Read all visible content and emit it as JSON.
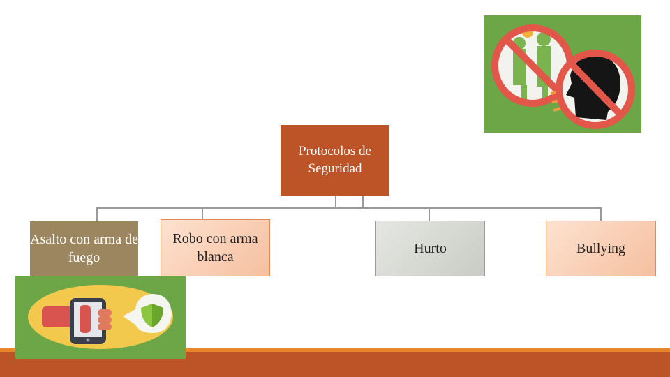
{
  "diagram": {
    "root": {
      "label": "Protocolos de Seguridad"
    },
    "children": [
      {
        "label": "Asalto con arma de fuego"
      },
      {
        "label": "Robo con arma blanca"
      },
      {
        "label": "Hurto"
      },
      {
        "label": "Bullying"
      }
    ]
  },
  "images": {
    "top_right": {
      "icon": "no-violence-no-bullying-icon"
    },
    "bottom_left": {
      "icon": "phone-security-shield-icon"
    }
  },
  "colors": {
    "root_fill": "#bc5428",
    "child1_fill": "#9c8660",
    "peach_fill": "#f6bfa0",
    "gray_fill": "#d6d8d3",
    "connector": "#9a9a9a",
    "accent_bar": "#e8862e",
    "footer_bar": "#bc5428",
    "image_bg": "#6ca646"
  }
}
